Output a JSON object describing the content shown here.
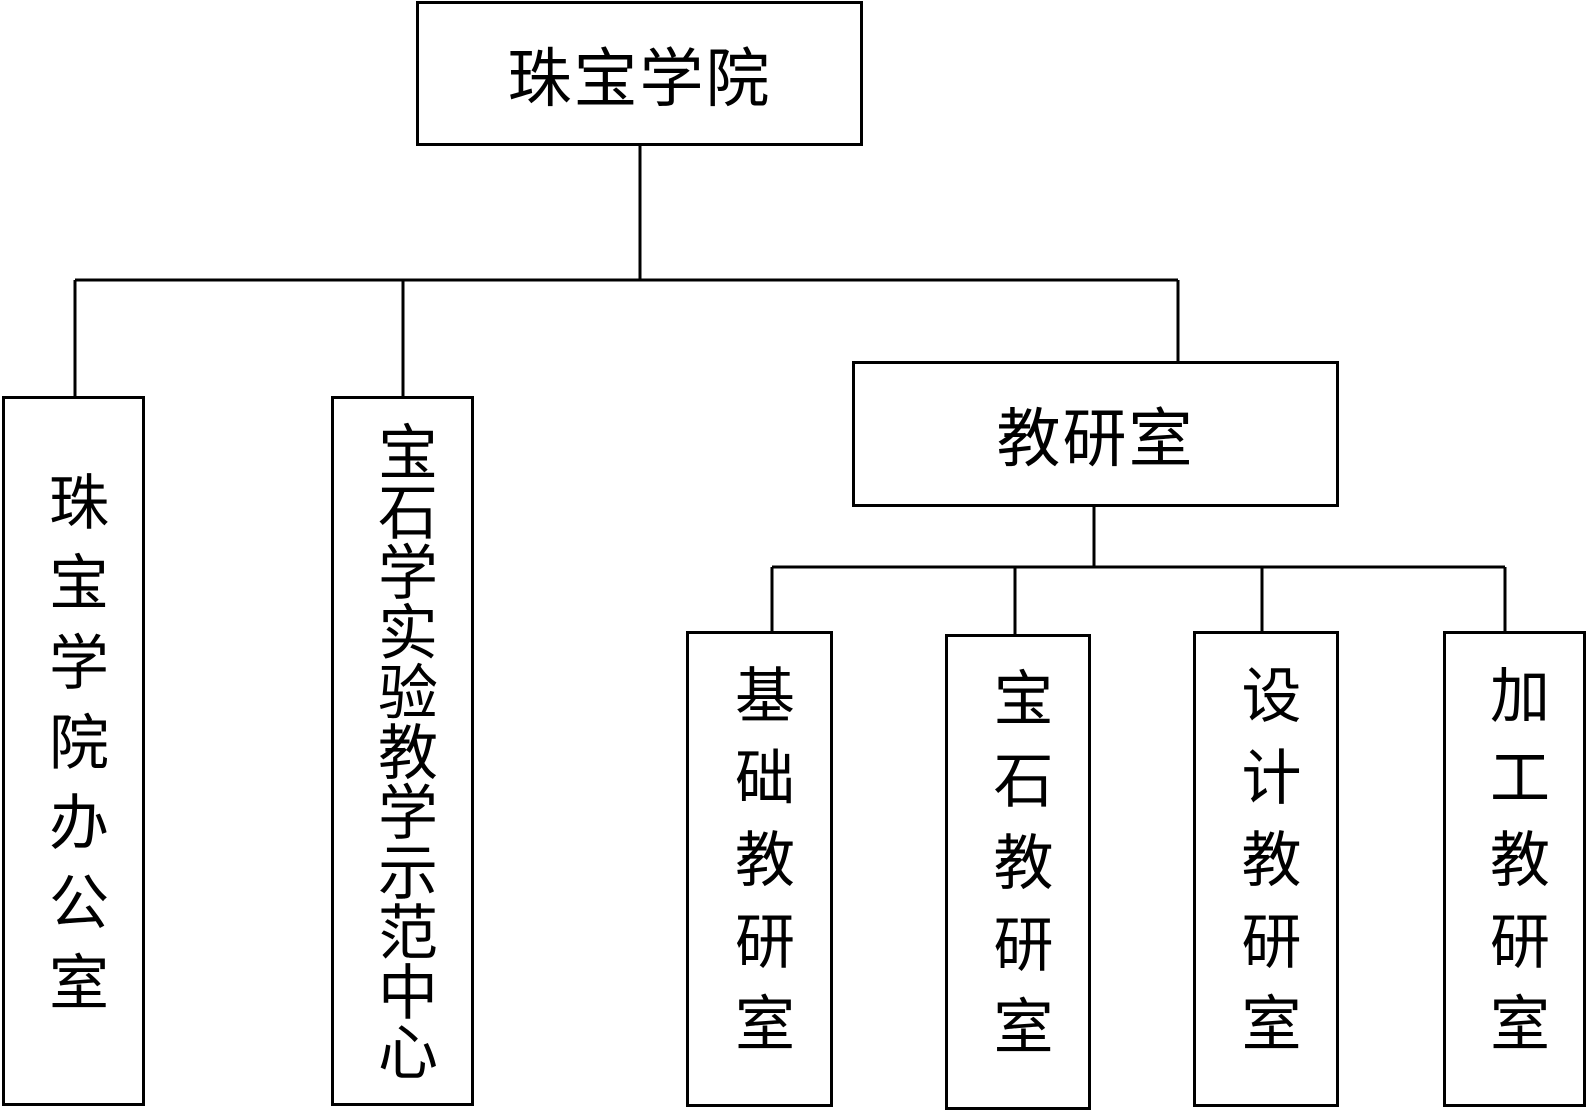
{
  "root": {
    "label": "珠宝学院"
  },
  "office": {
    "label": "珠宝学院办公室"
  },
  "center": {
    "label": "宝石学实验教学示范中心"
  },
  "teaching": {
    "label": "教研室"
  },
  "subs": [
    {
      "label": "基础教研室"
    },
    {
      "label": "宝石教研室"
    },
    {
      "label": "设计教研室"
    },
    {
      "label": "加工教研室"
    }
  ]
}
